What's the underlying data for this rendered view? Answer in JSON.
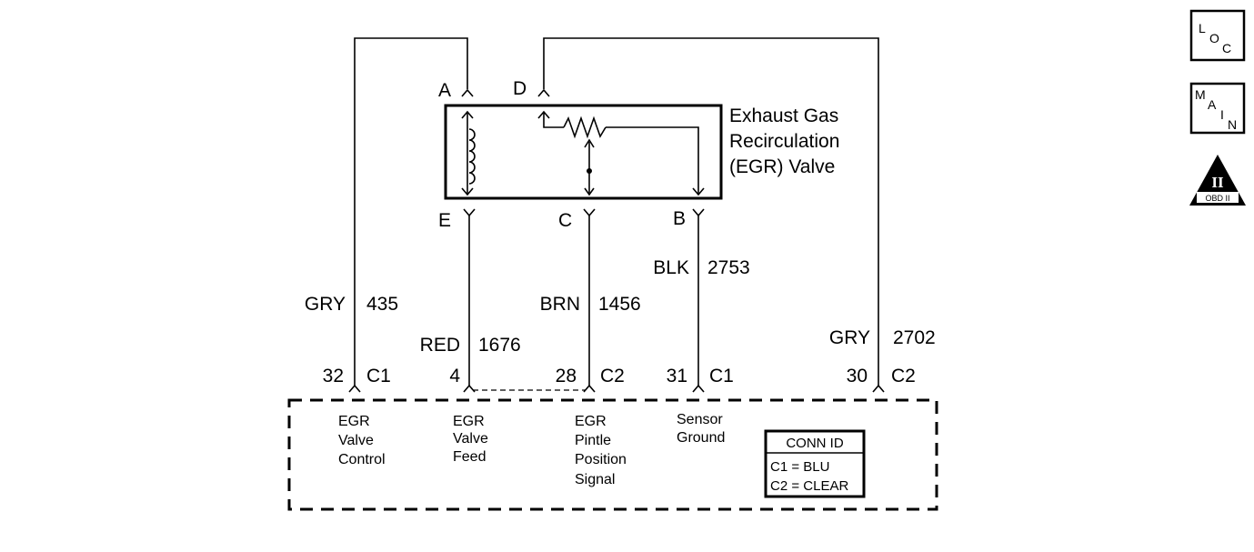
{
  "valve": {
    "line1": "Exhaust Gas",
    "line2": "Recirculation",
    "line3": "(EGR) Valve"
  },
  "terminals": {
    "a": "A",
    "b": "B",
    "c": "C",
    "d": "D",
    "e": "E"
  },
  "wires": {
    "w435": {
      "color": "GRY",
      "circuit": "435"
    },
    "w1676": {
      "color": "RED",
      "circuit": "1676"
    },
    "w1456": {
      "color": "BRN",
      "circuit": "1456"
    },
    "w2753": {
      "color": "BLK",
      "circuit": "2753"
    },
    "w2702": {
      "color": "GRY",
      "circuit": "2702"
    }
  },
  "pcm_pins": {
    "p32": {
      "pin": "32",
      "conn": "C1"
    },
    "p4": {
      "pin": "4"
    },
    "p28": {
      "pin": "28",
      "conn": "C2"
    },
    "p31": {
      "pin": "31",
      "conn": "C1"
    },
    "p30": {
      "pin": "30",
      "conn": "C2"
    }
  },
  "functions": {
    "control": [
      "EGR",
      "Valve",
      "Control"
    ],
    "feed": [
      "EGR",
      "Valve",
      "Feed"
    ],
    "pintle": [
      "EGR",
      "Pintle",
      "Position",
      "Signal"
    ],
    "ground": [
      "Sensor",
      "Ground"
    ]
  },
  "conn_id": {
    "title": "CONN ID",
    "c1": "C1 = BLU",
    "c2": "C2 = CLEAR"
  },
  "nav_icons": {
    "loc": [
      "L",
      "O",
      "C"
    ],
    "main": [
      "M",
      "A",
      "I",
      "N"
    ],
    "obd": {
      "numeral": "II",
      "label": "OBD II"
    }
  }
}
